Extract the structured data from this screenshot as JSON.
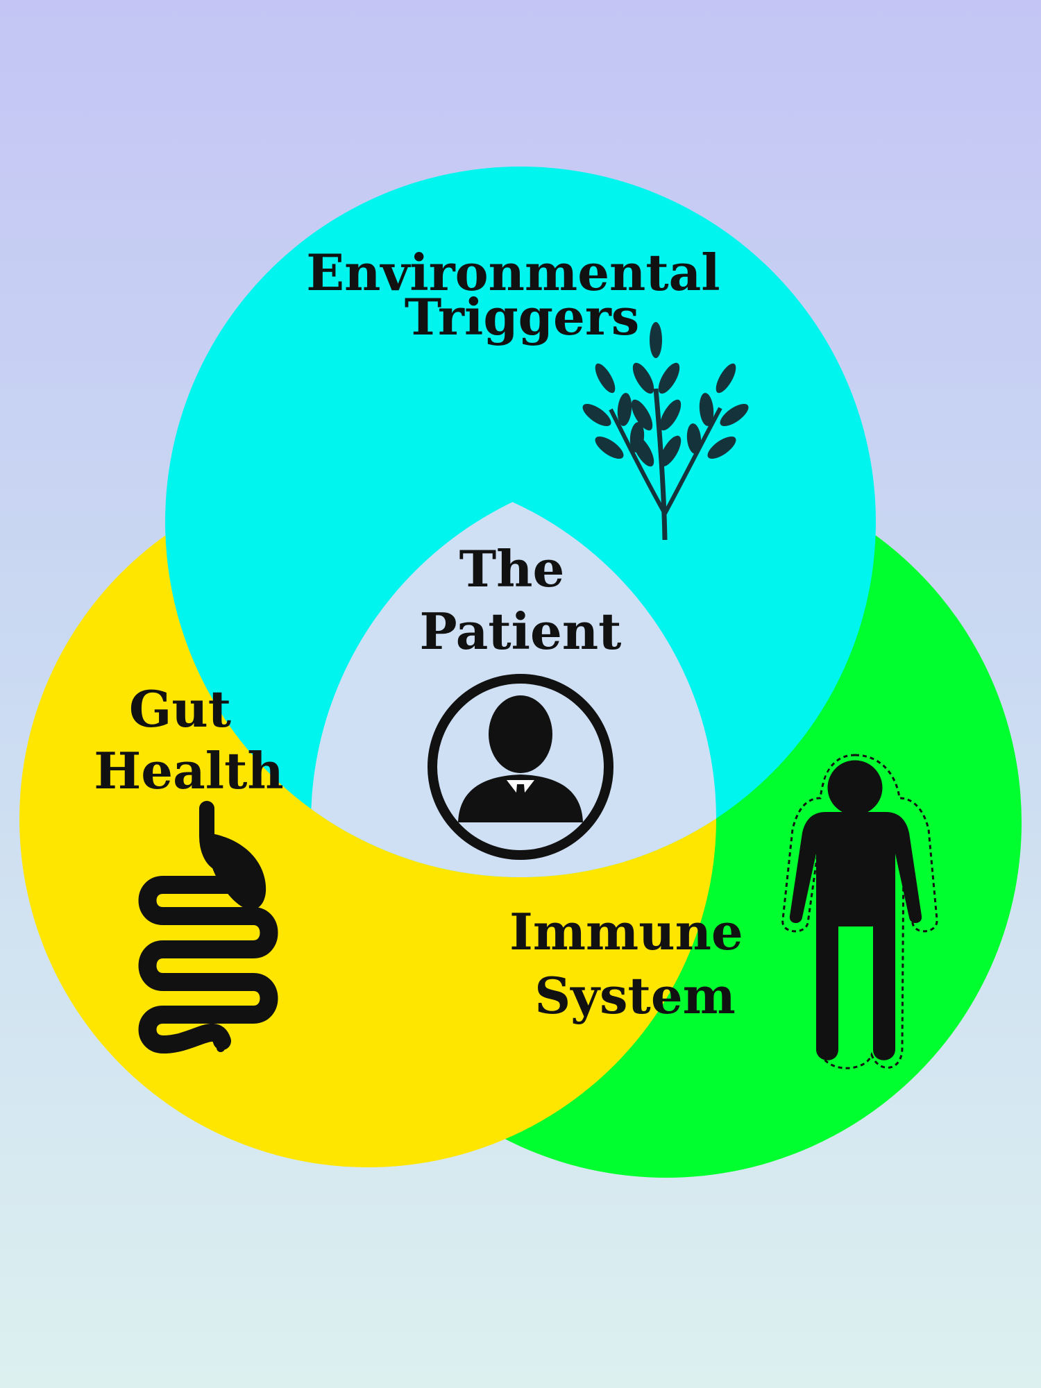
{
  "diagram": {
    "environment": {
      "line1": "Environmental",
      "line2": "Triggers",
      "color": "#00f5ee",
      "icon": "wheat-icon"
    },
    "gut": {
      "line1": "Gut",
      "line2": "Health",
      "color": "#ffe600",
      "icon": "intestine-icon"
    },
    "immune": {
      "line1": "Immune",
      "line2": "System",
      "color": "#00ff2e",
      "icon": "human-body-icon"
    },
    "patient": {
      "line1": "The",
      "line2": "Patient",
      "color": "#cfe0f4",
      "icon": "patient-avatar-icon"
    }
  }
}
